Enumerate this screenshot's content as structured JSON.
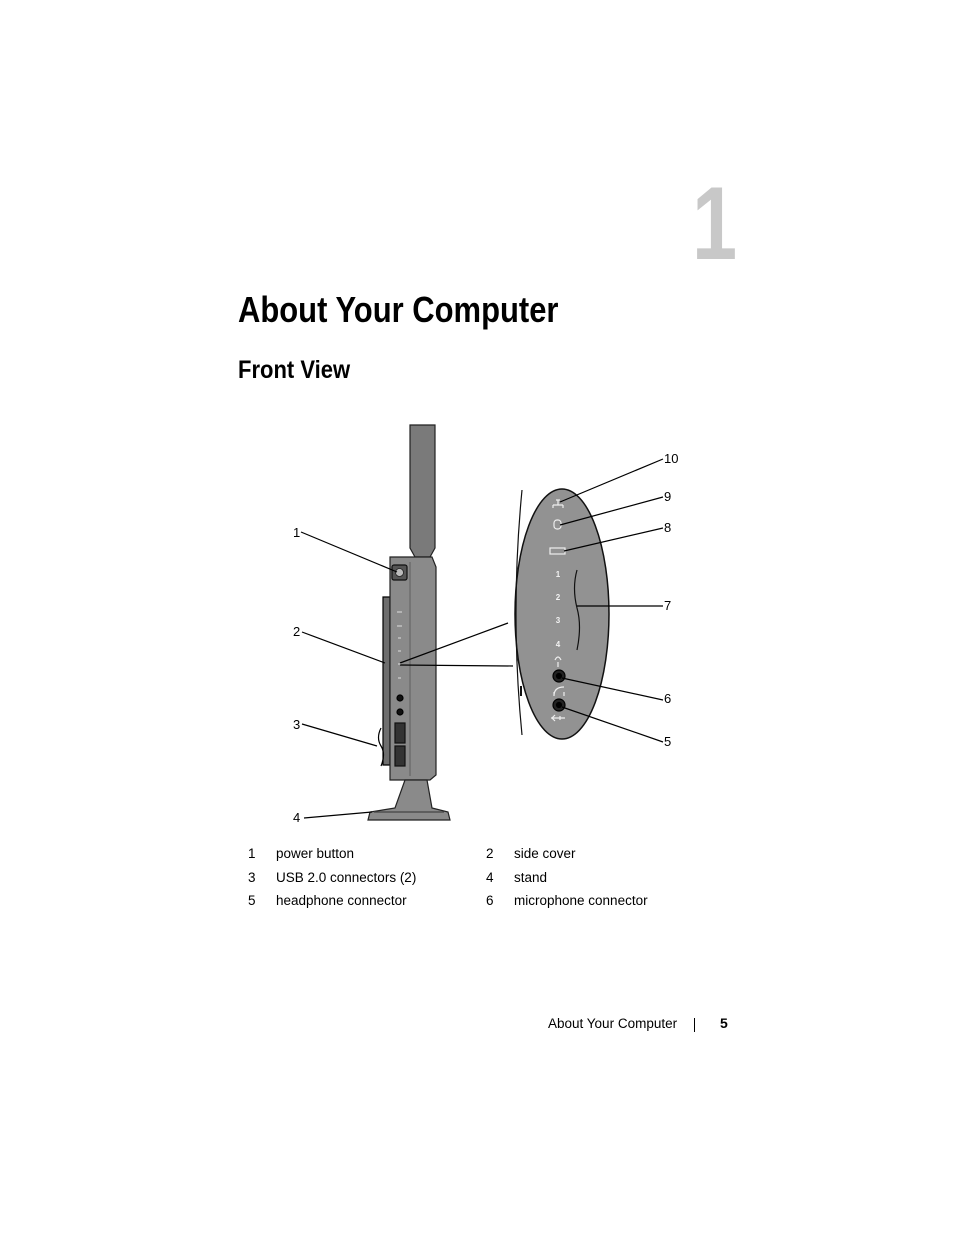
{
  "chapter": {
    "number": "1",
    "title": "About Your Computer"
  },
  "section": {
    "title": "Front View"
  },
  "figure": {
    "callouts": [
      "1",
      "2",
      "3",
      "4",
      "5",
      "6",
      "7",
      "8",
      "9",
      "10"
    ],
    "panel_marks": [
      "1",
      "2",
      "3",
      "4"
    ]
  },
  "legend": {
    "rows": [
      [
        {
          "num": "1",
          "label": "power button"
        },
        {
          "num": "2",
          "label": "side cover"
        }
      ],
      [
        {
          "num": "3",
          "label": "USB 2.0 connectors (2)"
        },
        {
          "num": "4",
          "label": "stand"
        }
      ],
      [
        {
          "num": "5",
          "label": "headphone connector"
        },
        {
          "num": "6",
          "label": "microphone connector"
        }
      ]
    ]
  },
  "footer": {
    "text": "About Your Computer",
    "page": "5"
  }
}
